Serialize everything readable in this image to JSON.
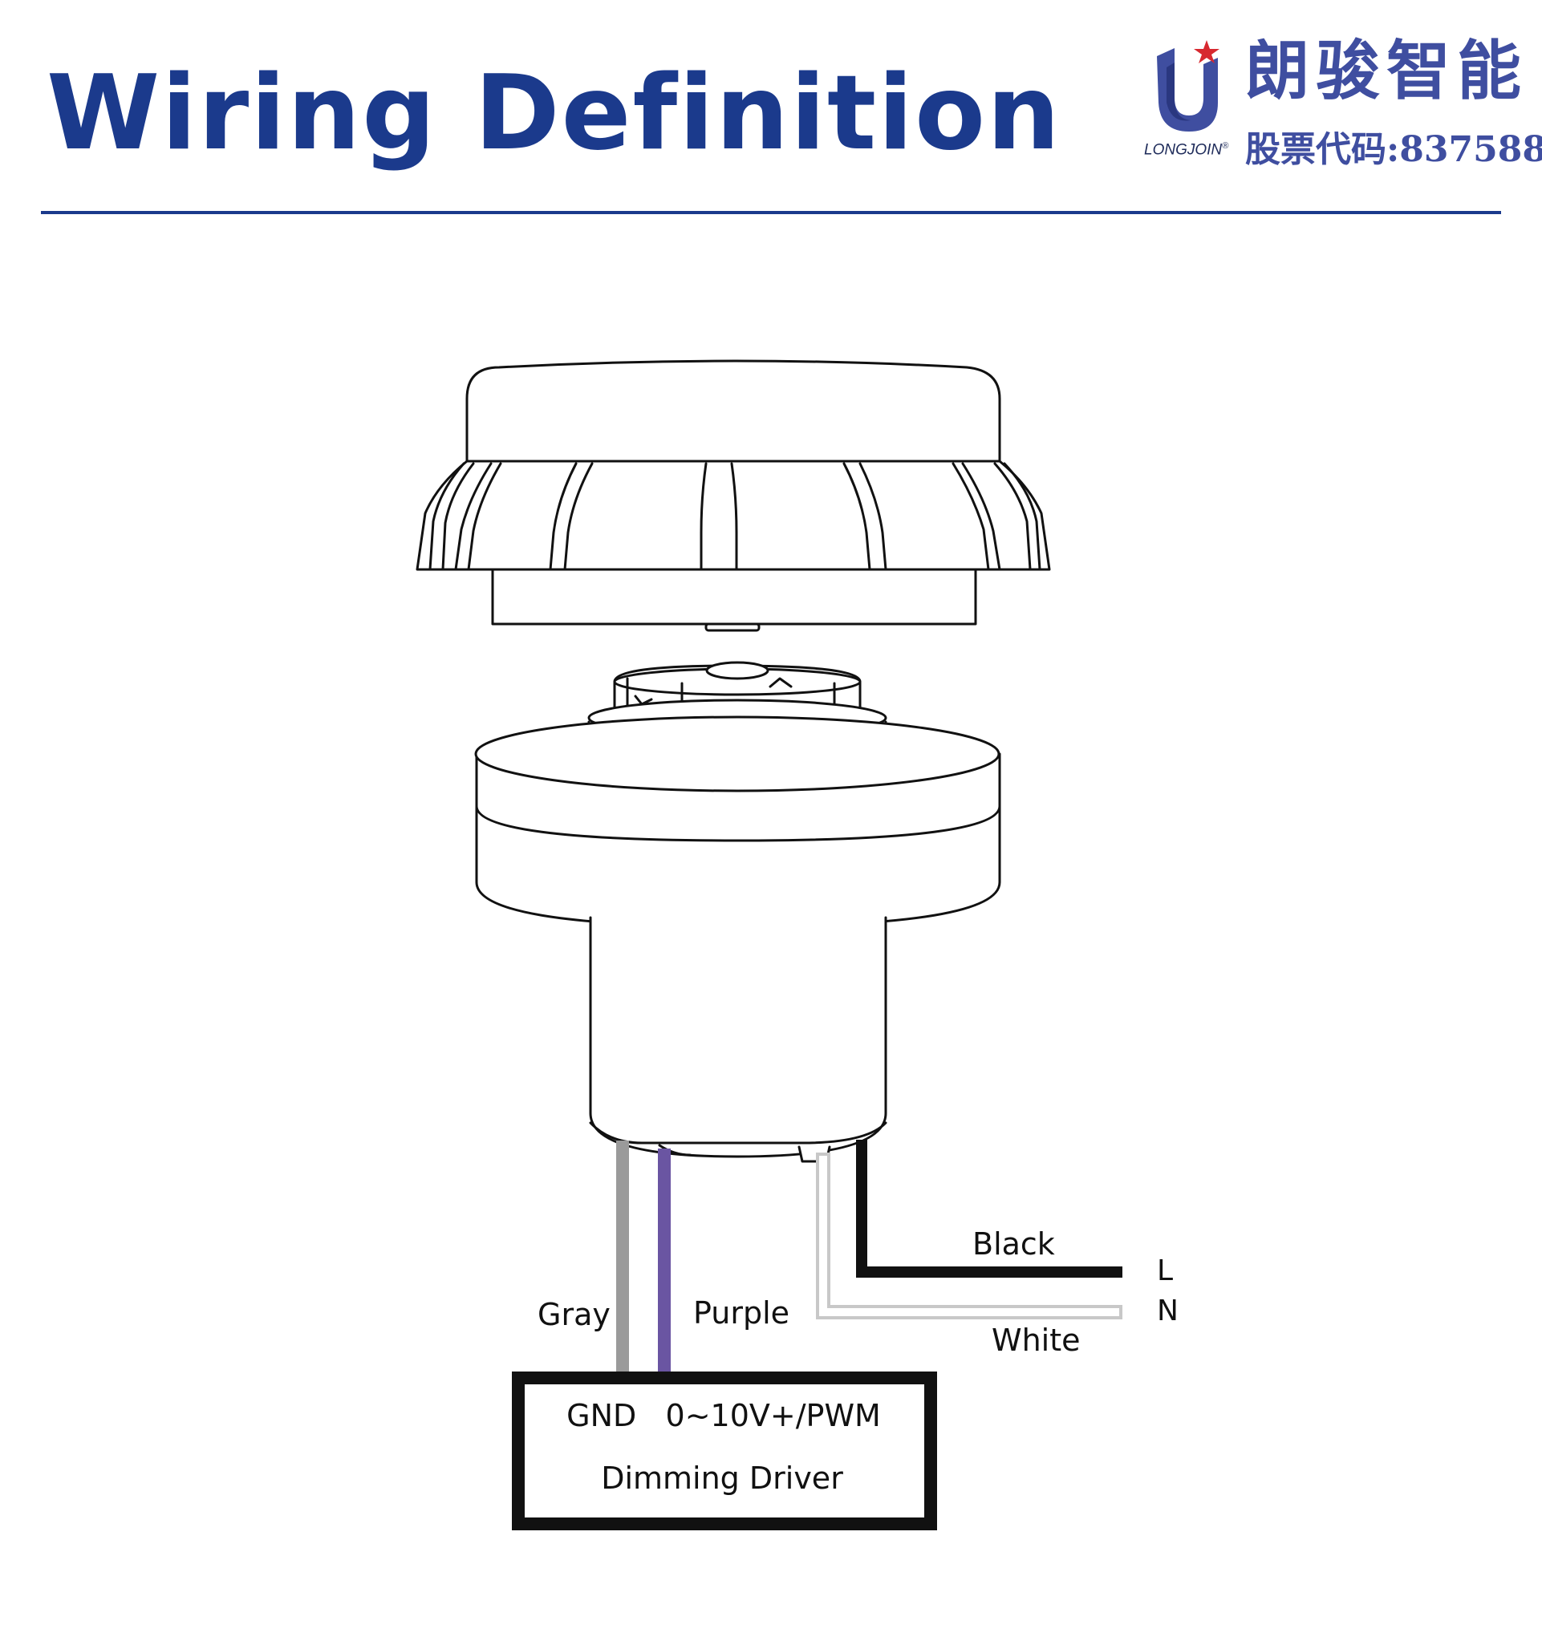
{
  "header": {
    "title": "Wiring Definition",
    "title_color": "#1b3a8c"
  },
  "logo": {
    "brand_en": "LONGJOIN",
    "registered_mark": "®",
    "brand_cn": "朗骏智能",
    "stock_code": "股票代码:837588",
    "brand_color": "#3f4ea0",
    "star_color": "#d7282f"
  },
  "wires": {
    "black": {
      "label": "Black",
      "color": "#111111"
    },
    "white": {
      "label": "White",
      "color": "#c8c8c8"
    },
    "gray": {
      "label": "Gray",
      "color": "#9a9a9a"
    },
    "purple": {
      "label": "Purple",
      "color": "#6a55a2"
    }
  },
  "terminals": {
    "line": "L",
    "neutral": "N"
  },
  "driver": {
    "terminals": "GND   0~10V+/PWM",
    "name": "Dimming Driver"
  }
}
